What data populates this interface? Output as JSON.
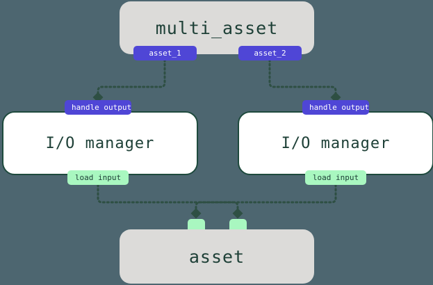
{
  "diagram": {
    "type": "asset-io-manager-graph",
    "background_color": "#4d6670",
    "edge_color": "#2e4f43",
    "nodes": {
      "multi_asset": {
        "label": "multi_asset",
        "kind": "asset-group",
        "fill": "#dcdbd9",
        "text_color": "#1e4037"
      },
      "io_manager_left": {
        "label": "I/O manager",
        "kind": "io-manager",
        "fill": "#ffffff",
        "border_color": "#1e4a3d"
      },
      "io_manager_right": {
        "label": "I/O manager",
        "kind": "io-manager",
        "fill": "#ffffff",
        "border_color": "#1e4a3d"
      },
      "asset": {
        "label": "asset",
        "kind": "asset",
        "fill": "#dcdbd9",
        "text_color": "#1e4037"
      }
    },
    "ports": {
      "asset_1": {
        "label": "asset_1",
        "color": "#4f46d6",
        "text_color": "#ffffff"
      },
      "asset_2": {
        "label": "asset_2",
        "color": "#4f46d6",
        "text_color": "#ffffff"
      },
      "handle_output_left": {
        "label": "handle output",
        "color": "#4f46d6",
        "text_color": "#ffffff"
      },
      "handle_output_right": {
        "label": "handle output",
        "color": "#4f46d6",
        "text_color": "#ffffff"
      },
      "load_input_left": {
        "label": "load input",
        "color": "#a9f7c0",
        "text_color": "#1e4037"
      },
      "load_input_right": {
        "label": "load input",
        "color": "#a9f7c0",
        "text_color": "#1e4037"
      },
      "asset_in_left": {
        "label": "",
        "color": "#a9f7c0"
      },
      "asset_in_right": {
        "label": "",
        "color": "#a9f7c0"
      }
    },
    "edges": [
      {
        "from": "asset_1",
        "to": "handle_output_left",
        "style": "dotted",
        "arrow": "diamond"
      },
      {
        "from": "asset_2",
        "to": "handle_output_right",
        "style": "dotted",
        "arrow": "diamond"
      },
      {
        "from": "load_input_left",
        "to": "asset_in_right",
        "style": "dotted",
        "arrow": "diamond"
      },
      {
        "from": "load_input_right",
        "to": "asset_in_left",
        "style": "dotted",
        "arrow": "diamond"
      }
    ]
  }
}
